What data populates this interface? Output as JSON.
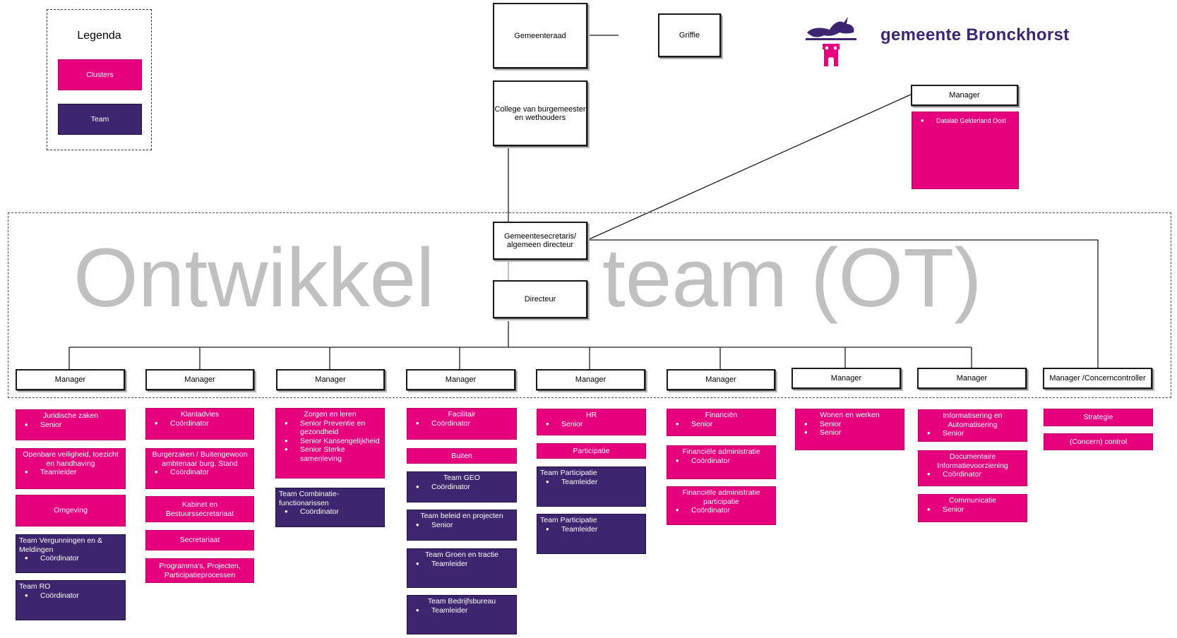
{
  "legend": {
    "title": "Legenda",
    "cluster_label": "Clusters",
    "team_label": "Team"
  },
  "top": {
    "council": "Gemeenteraad",
    "griffie": "Griffie",
    "college": "College van burgemeester en wethouders",
    "secretary": "Gemeentesecretaris/ algemeen directeur",
    "director": "Directeur"
  },
  "logo": {
    "text": "gemeente Bronckhorst"
  },
  "watermark": {
    "left": "Ontwikkel",
    "right": "team (OT)"
  },
  "side_manager": {
    "label": "Manager",
    "item": "Datalab Gelderland Oost"
  },
  "colors": {
    "cluster": "#e6007e",
    "team": "#3d2570",
    "logo_text": "#3d2570"
  },
  "columns": [
    {
      "manager": "Manager",
      "units": [
        {
          "type": "cluster",
          "title": "Juridische zaken",
          "sub": [
            "Senior"
          ]
        },
        {
          "type": "cluster",
          "title": "Openbare veiligheid, toezicht en handhaving",
          "sub": [
            "Teamleider"
          ]
        },
        {
          "type": "cluster",
          "title": "Omgeving",
          "sub": []
        },
        {
          "type": "team",
          "title": "Team Vergunningen en & Meldingen",
          "sub": [
            "Coördinator"
          ]
        },
        {
          "type": "team",
          "title": "Team RO",
          "sub": [
            "Coördinator"
          ]
        }
      ]
    },
    {
      "manager": "Manager",
      "units": [
        {
          "type": "cluster",
          "title": "Klantadvies",
          "sub": [
            "Coördinator"
          ]
        },
        {
          "type": "cluster",
          "title": "Burgerzaken / Buitengewoon ambtenaar burg. Stand",
          "sub": [
            "Coördinator"
          ]
        },
        {
          "type": "cluster",
          "title": "Kabinet en Bestuurssecretariaat",
          "sub": []
        },
        {
          "type": "cluster",
          "title": "Secretariaat",
          "sub": []
        },
        {
          "type": "cluster",
          "title": "Programma's, Projecten, Participatieprocessen",
          "sub": []
        }
      ]
    },
    {
      "manager": "Manager",
      "units": [
        {
          "type": "cluster",
          "title": "Zorgen en leren",
          "sub": [
            "Senior Preventie en gezondheid",
            "Senior Kansengelijkheid",
            "Senior Sterke samenleving"
          ]
        },
        {
          "type": "team",
          "title": "Team Combinatie-functionarissen",
          "sub": [
            "Coördinator"
          ]
        }
      ]
    },
    {
      "manager": "Manager",
      "units": [
        {
          "type": "cluster",
          "title": "Facilitair",
          "sub": [
            "Coördinator"
          ]
        },
        {
          "type": "cluster",
          "title": "Buiten",
          "sub": []
        },
        {
          "type": "team",
          "title": "Team GEO",
          "sub": [
            "Coördinator"
          ]
        },
        {
          "type": "team",
          "title": "Team beleid en projecten",
          "sub": [
            "Senior"
          ]
        },
        {
          "type": "team",
          "title": "Team Groen en tractie",
          "sub": [
            "Teamleider"
          ]
        },
        {
          "type": "team",
          "title": "Team Bedrijfsbureau",
          "sub": [
            "Teamleider"
          ]
        }
      ]
    },
    {
      "manager": "Manager",
      "units": [
        {
          "type": "cluster",
          "title": "HR",
          "sub": [
            "Senior"
          ]
        },
        {
          "type": "cluster",
          "title": "Participatie",
          "sub": []
        },
        {
          "type": "team",
          "title": "Team Participatie",
          "sub": [
            "Teamleider"
          ]
        },
        {
          "type": "team",
          "title": "Team Participatie",
          "sub": [
            "Teamleider"
          ]
        }
      ]
    },
    {
      "manager": "Manager",
      "units": [
        {
          "type": "cluster",
          "title": "Financiën",
          "sub": [
            "Senior"
          ]
        },
        {
          "type": "cluster",
          "title": "Financiële administratie",
          "sub": [
            "Coördinator"
          ]
        },
        {
          "type": "cluster",
          "title": "Financiële administratie participatie",
          "sub": [
            "Coördinator"
          ]
        }
      ]
    },
    {
      "manager": "Manager",
      "units": [
        {
          "type": "cluster",
          "title": "Wonen en werken",
          "sub": [
            "Senior",
            "Senior"
          ]
        }
      ]
    },
    {
      "manager": "Manager",
      "units": [
        {
          "type": "cluster",
          "title": "Informatisering en Automatisering",
          "sub": [
            "Senior"
          ]
        },
        {
          "type": "cluster",
          "title": "Documentaire Informatievoorziening",
          "sub": [
            "Coördinator"
          ]
        },
        {
          "type": "cluster",
          "title": "Communicatie",
          "sub": [
            "Senior"
          ]
        }
      ]
    },
    {
      "manager": "Manager /Concerncontroller",
      "units": [
        {
          "type": "cluster",
          "title": "Strategie",
          "sub": []
        },
        {
          "type": "cluster",
          "title": "(Concern) control",
          "sub": []
        }
      ]
    }
  ]
}
